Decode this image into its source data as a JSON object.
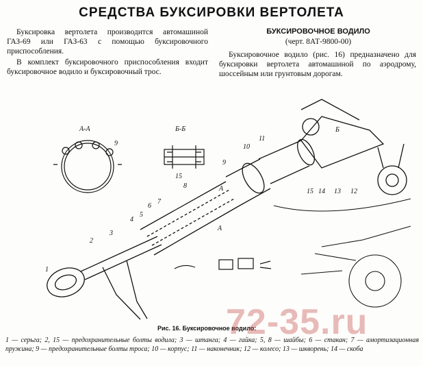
{
  "title": "СРЕДСТВА БУКСИРОВКИ ВЕРТОЛЕТА",
  "left_column": {
    "para1": "Буксировка вертолета производится автомашиной ГАЗ-69 или ГАЗ-63 с помощью буксировочного приспособления.",
    "para2": "В комплект буксировочного приспособления входит буксировочное водило и буксировочный трос."
  },
  "right_column": {
    "heading": "БУКСИРОВОЧНОЕ ВОДИЛО",
    "drawing_no": "(черт. 8АТ-9800-00)",
    "para": "Буксировочное водило (рис. 16) предназначено для буксировки вертолета автомашиной по аэродрому, шоссейным или грунтовым дорогам."
  },
  "figure": {
    "section_aa": "А-А",
    "section_bb": "Б-Б",
    "mark_a": "А",
    "mark_b": "Б",
    "callouts": [
      "1",
      "2",
      "3",
      "4",
      "5",
      "6",
      "7",
      "8",
      "9",
      "10",
      "11",
      "12",
      "13",
      "14",
      "15"
    ]
  },
  "caption": {
    "title": "Рис. 16. Буксировочное водило:",
    "legend": "1 — серьга; 2, 15 — предохранительные болты водила; 3 — штанга; 4 — гайка; 5, 8 — шайбы; 6 — стакан; 7 — амортизационная пружина; 9 — предохранительные болты троса; 10 — корпус; 11 — наконечник; 12 — колесо; 13 — шкворень; 14 — скоба"
  },
  "watermark": "72-35.ru"
}
